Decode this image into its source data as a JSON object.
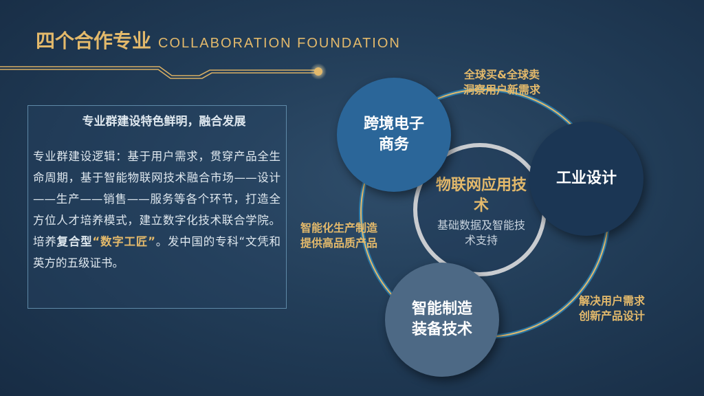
{
  "header": {
    "title_cn": "四个合作专业",
    "title_en": "COLLABORATION FOUNDATION"
  },
  "textbox": {
    "heading": "专业群建设特色鲜明，融合发展",
    "body_part1": "专业群建设逻辑：基于用户需求，贯穿产品全生命周期，基于智能物联网技术融合市场——设计——生产——销售——服务等各个环节，打造全方位人才培养模式，建立数字化技术联合学院。培养",
    "body_bold": "复合型",
    "body_highlight": "“数字工匠”",
    "body_part2": "。发中国的专科“文凭和英方的五级证书。"
  },
  "diagram": {
    "center": {
      "title": "物联网应用技术",
      "subtitle": "基础数据及智能技术支持"
    },
    "nodes": [
      {
        "label": "跨境电子商务",
        "color": "#2b6699"
      },
      {
        "label": "工业设计",
        "color": "#1b3654"
      },
      {
        "label": "智能制造装备技术",
        "color": "#4d6985"
      }
    ],
    "labels": [
      {
        "line1": "全球买&全球卖",
        "line2": "洞察用户新需求"
      },
      {
        "line1": "解决用户需求",
        "line2": "创新产品设计"
      },
      {
        "line1": "智能化生产制造",
        "line2": "提供高品质产品"
      }
    ],
    "colors": {
      "gold": "#e3b96b",
      "ring_blue": "#2d86b8"
    }
  }
}
